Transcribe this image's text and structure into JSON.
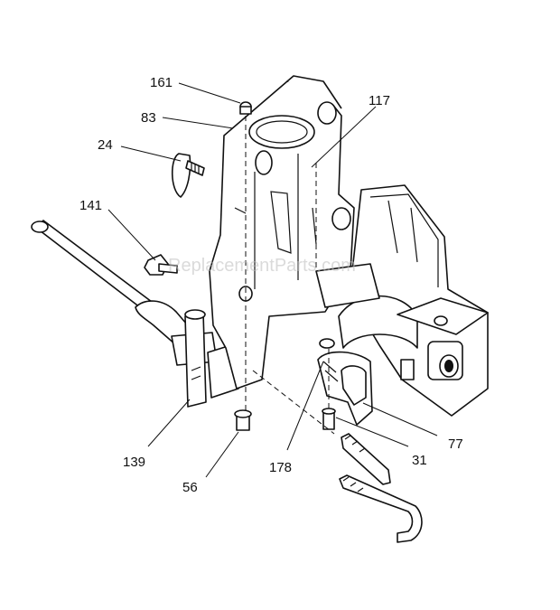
{
  "callouts": [
    {
      "id": "161",
      "label": "161"
    },
    {
      "id": "83",
      "label": "83"
    },
    {
      "id": "117",
      "label": "117"
    },
    {
      "id": "24",
      "label": "24"
    },
    {
      "id": "141",
      "label": "141"
    },
    {
      "id": "139",
      "label": "139"
    },
    {
      "id": "56",
      "label": "56"
    },
    {
      "id": "178",
      "label": "178"
    },
    {
      "id": "31",
      "label": "31"
    },
    {
      "id": "77",
      "label": "77"
    }
  ],
  "watermark": "ReplacementParts.com"
}
